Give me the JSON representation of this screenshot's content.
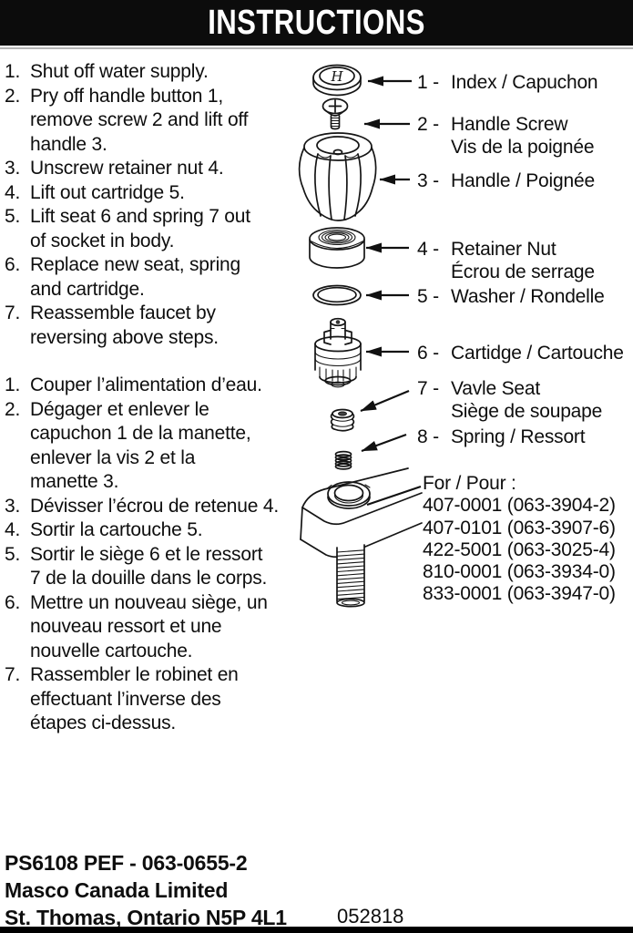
{
  "header": {
    "title": "INSTRUCTIONS"
  },
  "instructions_en": {
    "steps": [
      {
        "num": "1.",
        "lines": [
          "Shut off water supply."
        ]
      },
      {
        "num": "2.",
        "lines": [
          "Pry off handle button 1,",
          "remove screw 2 and lift off",
          "handle 3."
        ]
      },
      {
        "num": "3.",
        "lines": [
          "Unscrew retainer nut 4."
        ]
      },
      {
        "num": "4.",
        "lines": [
          "Lift out cartridge 5."
        ]
      },
      {
        "num": "5.",
        "lines": [
          "Lift seat 6 and spring 7 out",
          "of socket in body."
        ]
      },
      {
        "num": "6.",
        "lines": [
          "Replace new seat, spring",
          "and cartridge."
        ]
      },
      {
        "num": "7.",
        "lines": [
          "Reassemble faucet by",
          "reversing above steps."
        ]
      }
    ]
  },
  "instructions_fr": {
    "steps": [
      {
        "num": "1.",
        "lines": [
          "Couper l’alimentation d’eau."
        ]
      },
      {
        "num": "2.",
        "lines": [
          "Dégager et enlever le",
          "capuchon 1 de la manette,",
          "enlever la vis 2 et la",
          "manette 3."
        ]
      },
      {
        "num": "3.",
        "lines": [
          "Dévisser l’écrou de retenue 4."
        ]
      },
      {
        "num": "4.",
        "lines": [
          "Sortir la cartouche 5."
        ]
      },
      {
        "num": "5.",
        "lines": [
          "Sortir le siège 6 et le ressort",
          "7 de la douille dans le corps."
        ]
      },
      {
        "num": "6.",
        "lines": [
          "Mettre un nouveau siège, un",
          "nouveau ressort et une",
          "nouvelle cartouche."
        ]
      },
      {
        "num": "7.",
        "lines": [
          "Rassembler le robinet en",
          "effectuant l’inverse des",
          "étapes ci-dessus."
        ]
      }
    ]
  },
  "diagram": {
    "index_glyph": "H",
    "labels": [
      {
        "prefix": "1 -",
        "line1": "Index / Capuchon",
        "line2": ""
      },
      {
        "prefix": "2 -",
        "line1": "Handle Screw",
        "line2": "Vis de la poignée"
      },
      {
        "prefix": "3 -",
        "line1": "Handle / Poignée",
        "line2": ""
      },
      {
        "prefix": "4 -",
        "line1": "Retainer Nut",
        "line2": "Écrou de serrage"
      },
      {
        "prefix": "5 -",
        "line1": "Washer / Rondelle",
        "line2": ""
      },
      {
        "prefix": "6 -",
        "line1": "Cartidge / Cartouche",
        "line2": ""
      },
      {
        "prefix": "7 -",
        "line1": "Vavle Seat",
        "line2": "Siège de soupape"
      },
      {
        "prefix": "8 -",
        "line1": "Spring / Ressort",
        "line2": ""
      }
    ],
    "for_section": {
      "heading": "For / Pour :",
      "models": [
        "407-0001 (063-3904-2)",
        "407-0101 (063-3907-6)",
        "422-5001 (063-3025-4)",
        "810-0001 (063-3934-0)",
        "833-0001 (063-3947-0)"
      ]
    }
  },
  "footer": {
    "product_code": "PS6108 PEF - 063-0655-2",
    "company": "Masco Canada Limited",
    "address": "St. Thomas, Ontario  N5P 4L1",
    "date_code": "052818"
  },
  "colors": {
    "header_bg": "#0c0c0c",
    "ink": "#151515",
    "page_bg": "#ffffff"
  }
}
